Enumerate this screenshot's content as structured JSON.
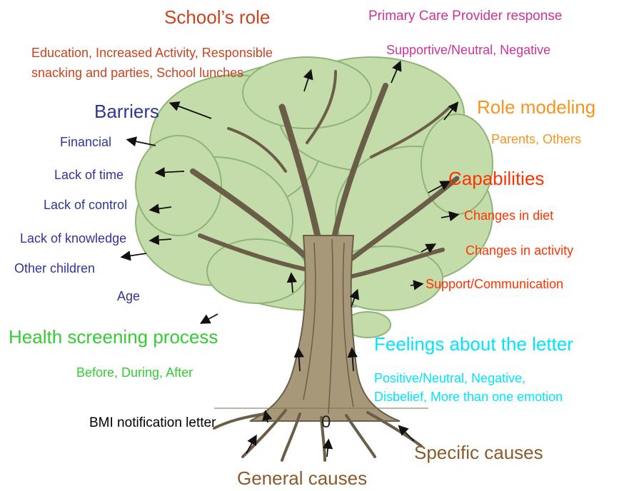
{
  "colors": {
    "school": "#c8441f",
    "provider": "#cc3399",
    "barriers": "#33339a",
    "role": "#f7941d",
    "capabilities": "#ff3300",
    "health": "#33cc33",
    "feelings": "#00e5ff",
    "causes": "#8b5a2b",
    "bmi": "#000000",
    "foliage": "#c4dcaa",
    "foliage_dark": "#8fb478",
    "trunk": "#a8987a",
    "trunk_dark": "#6b5e48"
  },
  "school_role": {
    "title": "School’s role",
    "detail_line1": "Education, Increased Activity, Responsible",
    "detail_line2": "snacking and parties, School lunches"
  },
  "provider": {
    "title": "Primary Care Provider response",
    "detail": "Supportive/Neutral, Negative"
  },
  "barriers": {
    "title": "Barriers",
    "items": [
      "Financial",
      "Lack of time",
      "Lack of control",
      "Lack of knowledge",
      "Other children",
      "Age"
    ]
  },
  "role_modeling": {
    "title": "Role modeling",
    "detail": "Parents, Others"
  },
  "capabilities": {
    "title": "Capabilities",
    "items": [
      "Changes in diet",
      "Changes in activity",
      "Support/Communication"
    ]
  },
  "health_screening": {
    "title": "Health screening process",
    "detail": "Before, During, After"
  },
  "feelings": {
    "title": "Feelings about the letter",
    "detail_line1": "Positive/Neutral, Negative,",
    "detail_line2": "Disbelief, More than one emotion"
  },
  "bmi_letter": "BMI notification letter",
  "root_mark": "0",
  "specific_causes": "Specific causes",
  "general_causes": "General causes"
}
